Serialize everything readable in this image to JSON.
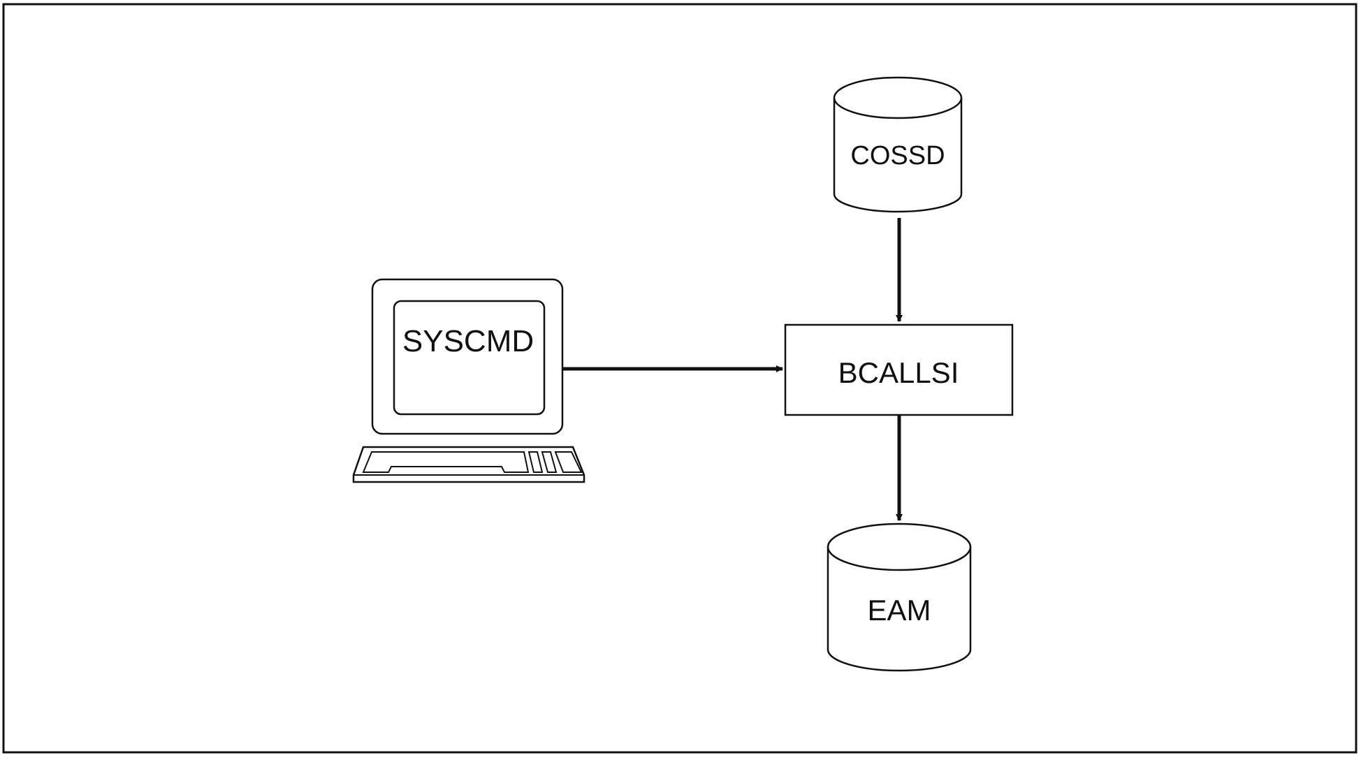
{
  "diagram": {
    "nodes": {
      "terminal": {
        "label": "SYSCMD",
        "shape": "computer-terminal"
      },
      "cossd": {
        "label": "COSSD",
        "shape": "database-cylinder"
      },
      "process": {
        "label": "BCALLSI",
        "shape": "rectangle"
      },
      "eam": {
        "label": "EAM",
        "shape": "database-cylinder"
      }
    },
    "edges": [
      {
        "from": "terminal",
        "to": "process"
      },
      {
        "from": "cossd",
        "to": "process"
      },
      {
        "from": "process",
        "to": "eam"
      }
    ]
  }
}
